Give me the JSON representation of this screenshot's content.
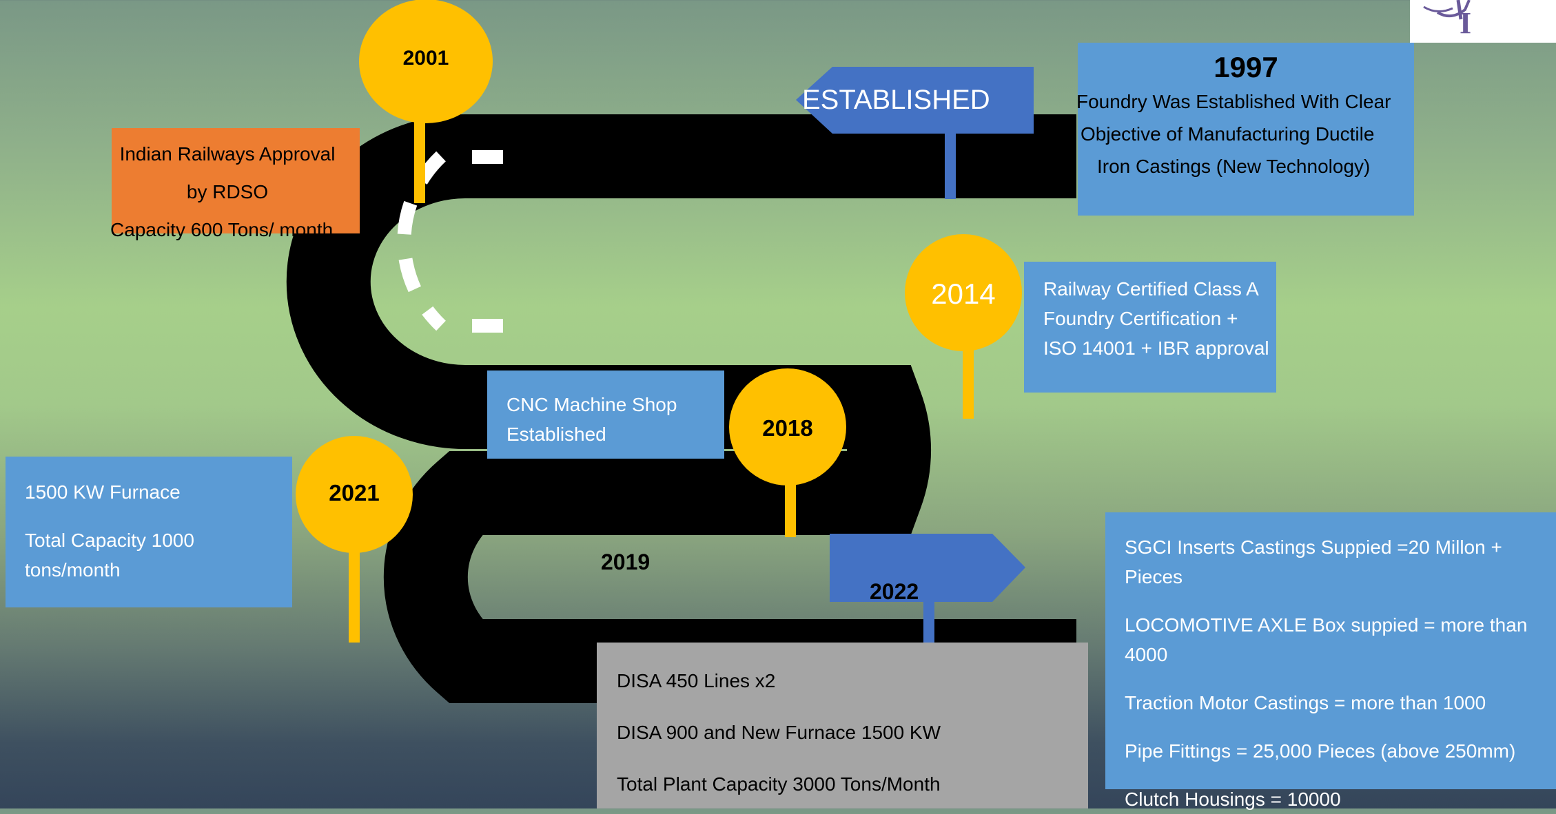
{
  "colors": {
    "road": "#000000",
    "dash": "#ffffff",
    "milestone": "#ffc000",
    "box_blue": "#5b9bd5",
    "box_orange": "#ed7d31",
    "box_grey": "#a5a5a5",
    "arrow_blue": "#4472c4"
  },
  "milestones": {
    "y2001": "2001",
    "y2014": "2014",
    "y2018": "2018",
    "y2021": "2021",
    "y2019": "2019",
    "y2022": "2022"
  },
  "established_sign": "ESTABLISHED",
  "box_1997": {
    "year": "1997",
    "lines": [
      "Foundry Was Established With Clear",
      "Objective of Manufacturing Ductile",
      "Iron Castings (New Technology)"
    ]
  },
  "box_2001": {
    "lines": [
      "Indian Railways Approval",
      "by RDSO",
      "Capacity 600 Tons/ month"
    ]
  },
  "box_2014": {
    "lines": [
      "Railway Certified Class A",
      "Foundry Certification +",
      "ISO 14001 + IBR approval"
    ]
  },
  "box_2018": {
    "lines": [
      "CNC Machine Shop",
      "Established"
    ]
  },
  "box_2021": {
    "lines": [
      "1500 KW Furnace",
      "Total Capacity 1000",
      "tons/month"
    ]
  },
  "box_2019": {
    "lines": [
      "DISA 450 Lines x2",
      "DISA 900 and New Furnace 1500 KW",
      "Total Plant Capacity 3000 Tons/Month"
    ]
  },
  "box_2022": {
    "lines": [
      "SGCI Inserts Castings Suppied =20 Millon +",
      "Pieces",
      "LOCOMOTIVE AXLE Box suppied =  more than",
      "4000",
      "Traction Motor Castings = more than  1000",
      "Pipe Fittings =  25,000 Pieces (above 250mm)",
      "Clutch Housings = 10000"
    ]
  },
  "logo_letter": "I"
}
